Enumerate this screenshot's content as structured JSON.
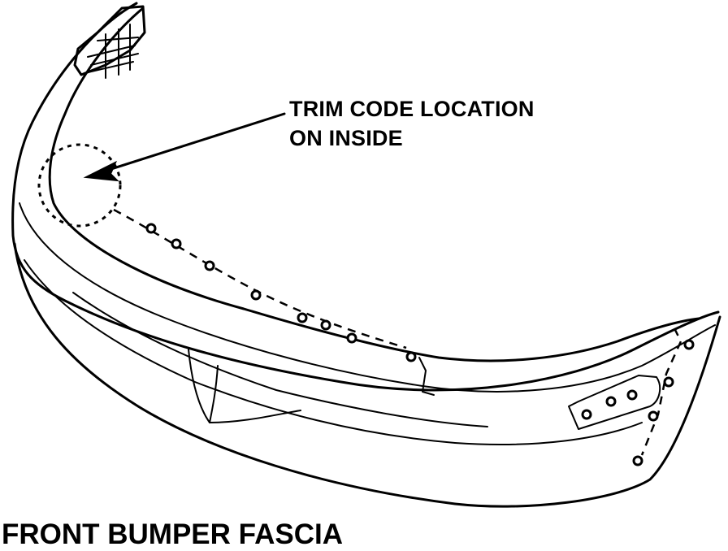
{
  "diagram": {
    "title": "FRONT BUMPER FASCIA",
    "callout": {
      "line1": "TRIM CODE LOCATION",
      "line2": "ON INSIDE"
    }
  }
}
